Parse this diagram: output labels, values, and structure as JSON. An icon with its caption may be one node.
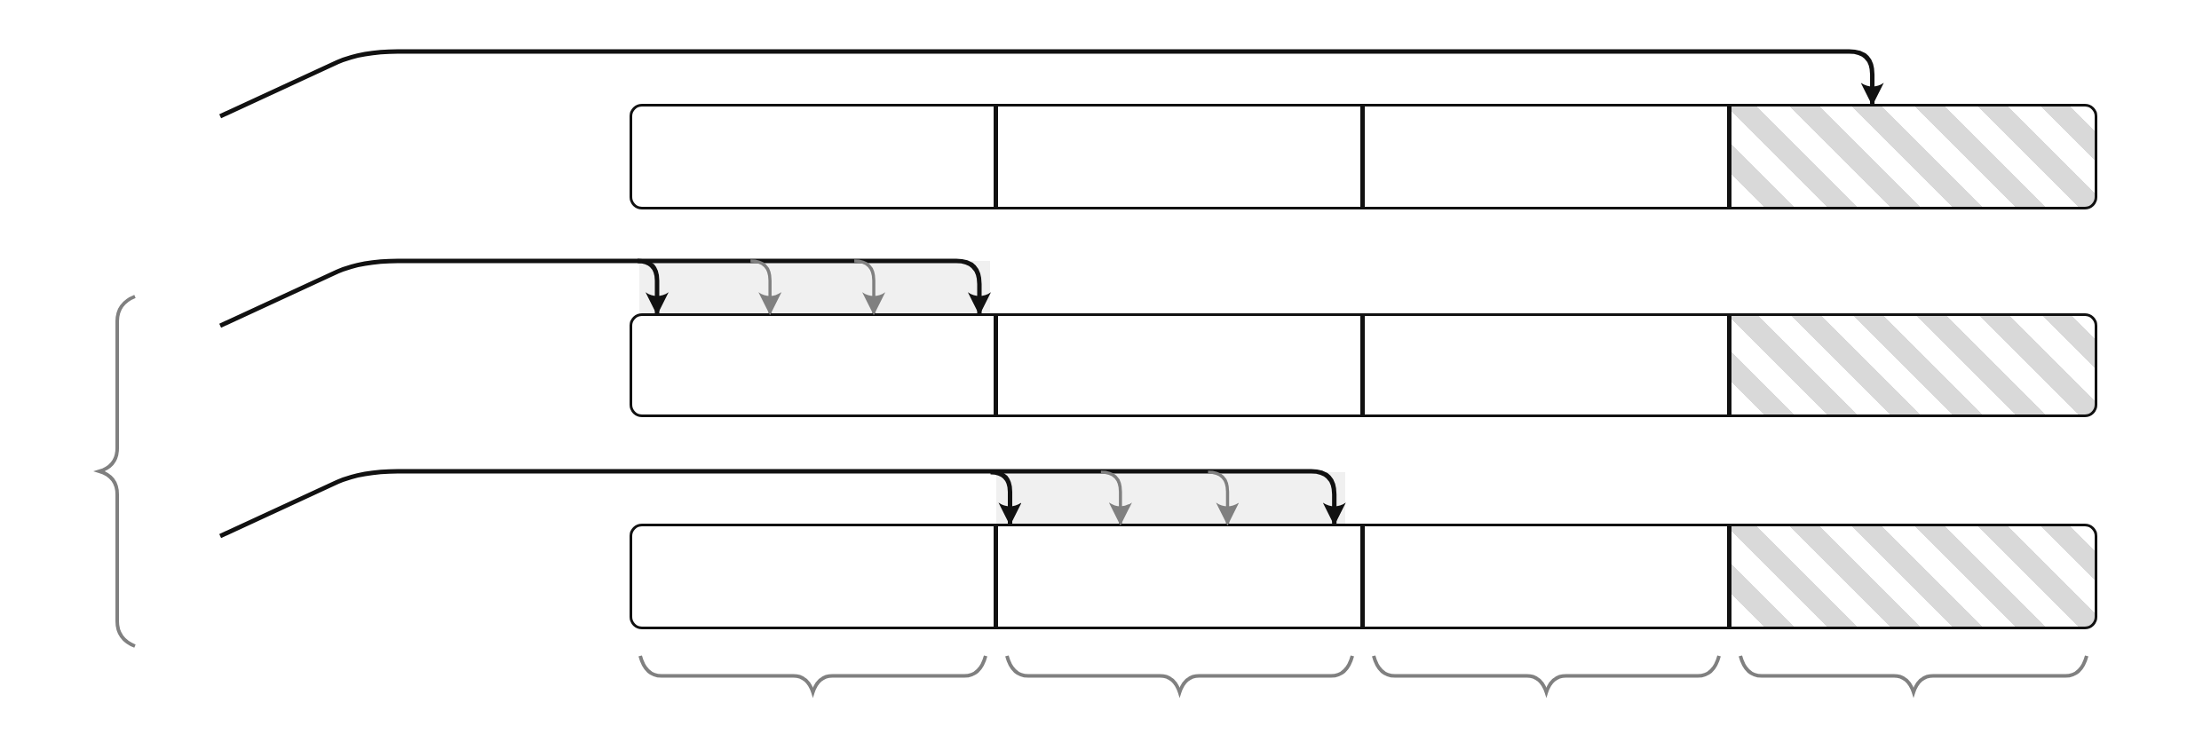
{
  "diagram": {
    "nodes": [
      {
        "text": [],
        "shape": "box"
      },
      {
        "text": [],
        "shape": "box"
      },
      {
        "text": [],
        "shape": "box"
      },
      {
        "text": [],
        "shape": "box"
      },
      {
        "text": [],
        "shape": "box"
      },
      {
        "text": [],
        "shape": "box"
      },
      {
        "text": [],
        "shape": "box"
      },
      {
        "text": [],
        "shape": "box"
      },
      {
        "text": [],
        "shape": "box"
      },
      {
        "text": [],
        "shape": "box"
      },
      {
        "text": [],
        "shape": "box"
      },
      {
        "text": [],
        "shape": "box"
      },
      {
        "text": [],
        "shape": "bar"
      },
      {
        "text": [],
        "shape": "bar"
      }
    ],
    "edges": [
      {
        "from": null,
        "to": 3,
        "arrow": "to"
      },
      {
        "from": null,
        "to": 4,
        "arrow": "to"
      },
      {
        "from": 12,
        "to": 4,
        "arrow": "to"
      },
      {
        "from": 12,
        "to": 4,
        "arrow": "to",
        "color": "#808080"
      },
      {
        "from": 12,
        "to": 4,
        "arrow": "to",
        "color": "#808080"
      },
      {
        "from": null,
        "to": 9,
        "arrow": "to"
      },
      {
        "from": 13,
        "to": 9,
        "arrow": "to"
      },
      {
        "from": 13,
        "to": 9,
        "arrow": "to",
        "color": "#808080"
      },
      {
        "from": 13,
        "to": 9,
        "arrow": "to",
        "color": "#808080"
      }
    ]
  }
}
